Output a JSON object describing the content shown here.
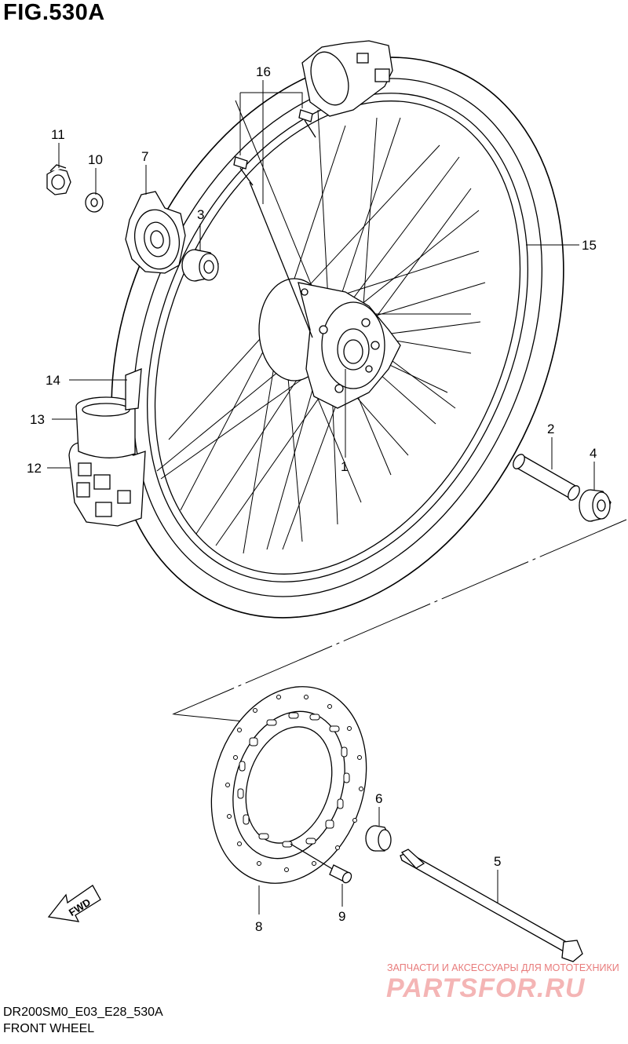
{
  "figure": {
    "title": "FIG.530A",
    "code": "DR200SM0_E03_E28_530A",
    "name": "FRONT WHEEL"
  },
  "direction_marker": {
    "label": "FWD"
  },
  "watermark": {
    "caption": "ЗАПЧАСТИ И АКСЕССУАРЫ ДЛЯ МОТОТЕХНИКИ",
    "logo": "PARTSFOR.RU"
  },
  "callouts": [
    "1",
    "2",
    "3",
    "4",
    "5",
    "6",
    "7",
    "8",
    "9",
    "10",
    "11",
    "12",
    "13",
    "14",
    "15",
    "16"
  ],
  "line_color": "#000000",
  "watermark_color": "#e87b7b"
}
